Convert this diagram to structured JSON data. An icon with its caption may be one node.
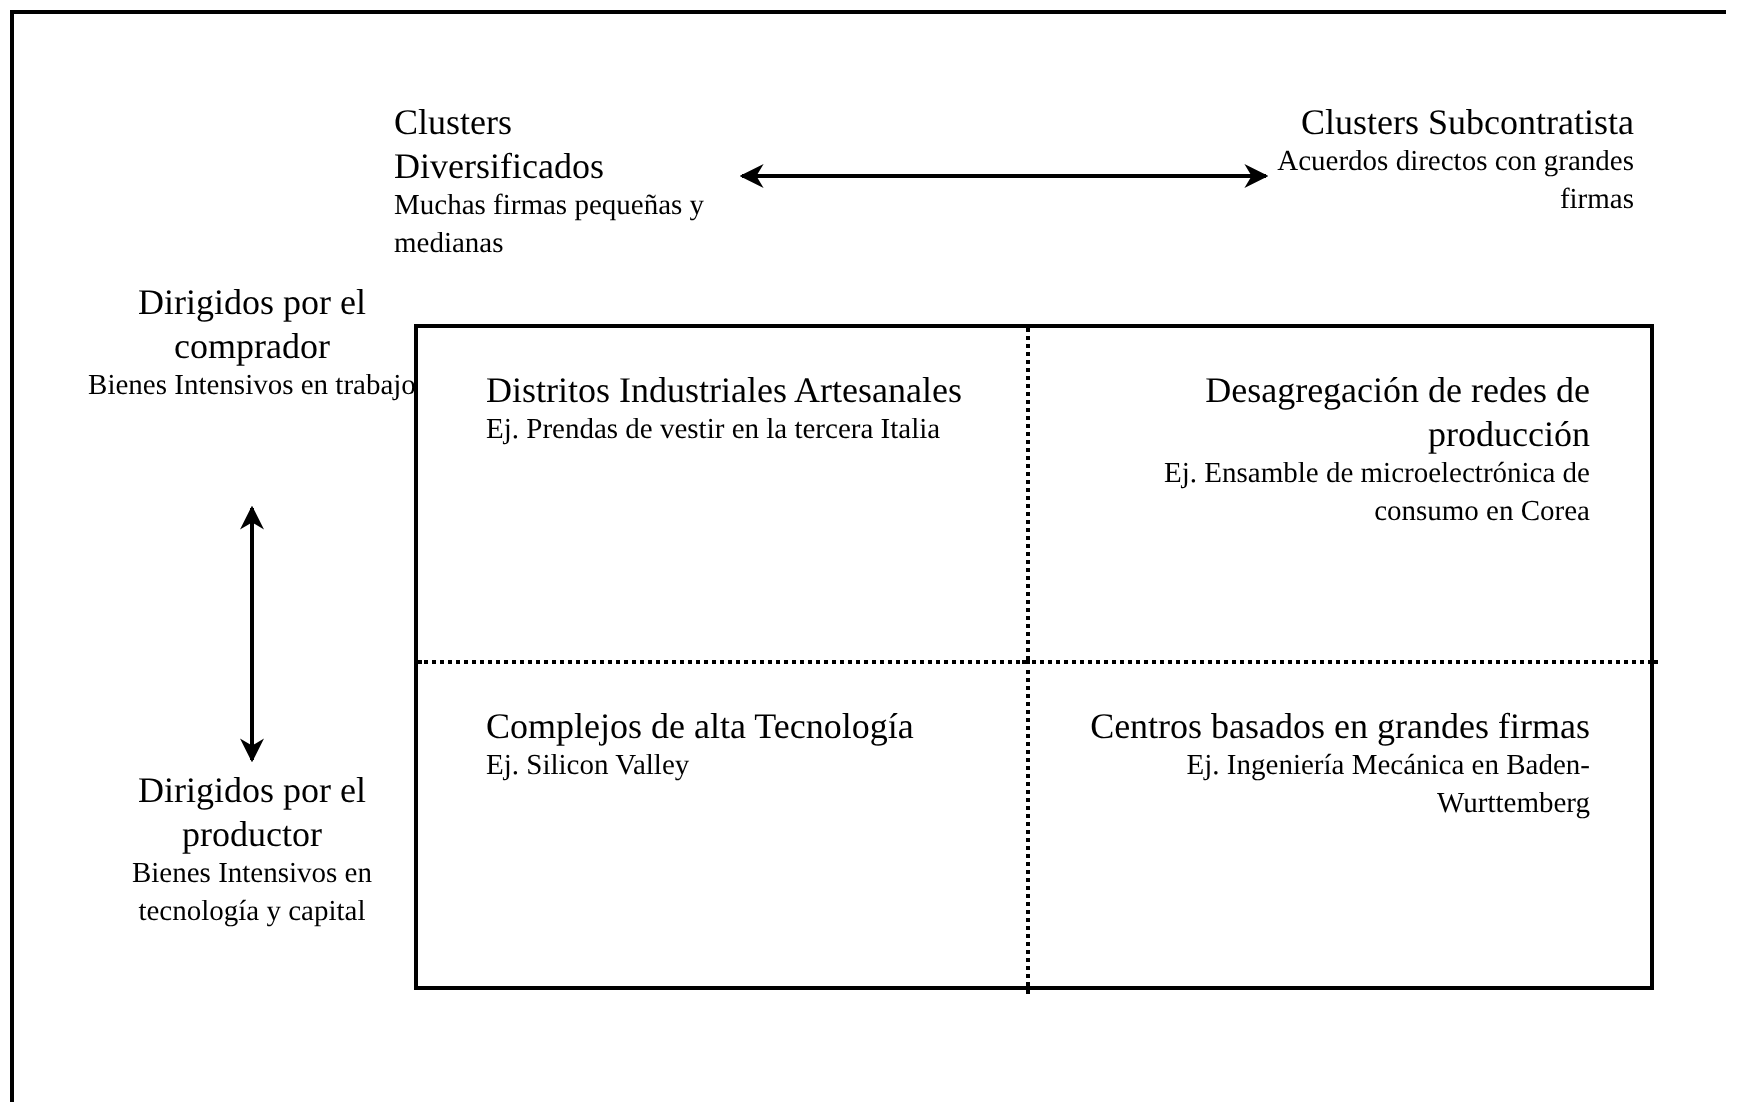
{
  "diagram": {
    "nodes": [
      {
        "text": [
          "Clusters Diversificados",
          "Muchas firmas pequeñas y medianas"
        ]
      },
      {
        "text": [
          "Clusters Subcontratista",
          "Acuerdos directos con grandes firmas"
        ]
      },
      {
        "text": [
          "Dirigidos por el comprador",
          "Bienes Intensivos en trabajo"
        ]
      },
      {
        "text": [
          "Dirigidos por el productor",
          "Bienes Intensivos en tecnología y capital"
        ]
      },
      {
        "text": [],
        "shape": "box"
      },
      {
        "text": [
          "Distritos Industriales Artesanales",
          "Ej. Prendas de vestir en la tercera Italia"
        ],
        "in": 4
      },
      {
        "text": [
          "Desagregación de redes de producción",
          "Ej. Ensamble de microelectrónica de consumo en Corea"
        ],
        "in": 4
      },
      {
        "text": [
          "Complejos de alta Tecnología",
          "Ej. Silicon Valley"
        ],
        "in": 4
      },
      {
        "text": [
          "Centros basados en grandes firmas",
          "Ej. Ingeniería Mecánica en Baden- Wurttemberg"
        ],
        "in": 4
      }
    ],
    "edges": [
      {
        "from": 0,
        "to": 1,
        "arrow": "both"
      },
      {
        "from": 2,
        "to": 3,
        "arrow": "both"
      }
    ]
  }
}
